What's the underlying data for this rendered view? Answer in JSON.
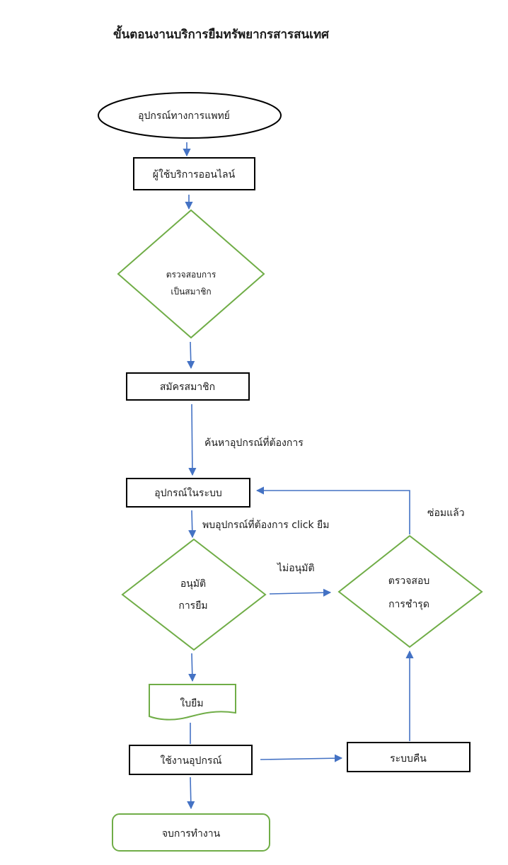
{
  "title": "ขั้นตอนงานบริการยืมทรัพยากรสารสนเทศ",
  "colors": {
    "line": "#4472c4",
    "decision": "#70ad47",
    "box": "#000000"
  },
  "nodes": {
    "start": "อุปกรณ์ทางการแพทย์",
    "online_users": "ผู้ใช้บริการออนไลน์",
    "check_member": {
      "line1": "ตรวจสอบการ",
      "line2": "เป็นสมาชิก"
    },
    "register": "สมัครสมาชิก",
    "equipment_in_system": "อุปกรณ์ในระบบ",
    "approve": {
      "line1": "อนุมัติ",
      "line2": "การยืม"
    },
    "check_damage": {
      "line1": "ตรวจสอบ",
      "line2": "การชำรุด"
    },
    "borrow_slip": "ใบยืม",
    "use_equipment": "ใช้งานอุปกรณ์",
    "return_system": "ระบบคืน",
    "end": "จบการทำงาน"
  },
  "edge_labels": {
    "search": "ค้นหาอุปกรณ์ที่ต้องการ",
    "found_click": "พบอุปกรณ์ที่ต้องการ click ยืม",
    "not_approved": "ไม่อนุมัติ",
    "repaired": "ซ่อมแล้ว"
  }
}
